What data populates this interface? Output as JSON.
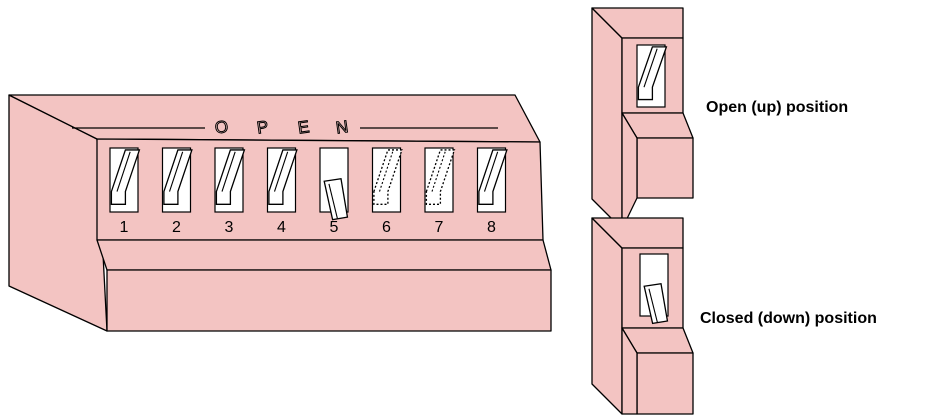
{
  "diagram": {
    "colors": {
      "body": "#f3c4c2",
      "outline": "#000000",
      "window": "#ffffff"
    },
    "open_label": [
      "O",
      "P",
      "E",
      "N"
    ],
    "switches": [
      {
        "number": "1",
        "position": "up",
        "style": "solid"
      },
      {
        "number": "2",
        "position": "up",
        "style": "solid"
      },
      {
        "number": "3",
        "position": "up",
        "style": "solid"
      },
      {
        "number": "4",
        "position": "up",
        "style": "solid"
      },
      {
        "number": "5",
        "position": "down",
        "style": "solid"
      },
      {
        "number": "6",
        "position": "up",
        "style": "dotted"
      },
      {
        "number": "7",
        "position": "up",
        "style": "dotted"
      },
      {
        "number": "8",
        "position": "up",
        "style": "solid"
      }
    ],
    "detail_open": {
      "caption": "Open (up) position",
      "position": "up"
    },
    "detail_closed": {
      "caption": "Closed (down) position",
      "position": "down"
    }
  }
}
